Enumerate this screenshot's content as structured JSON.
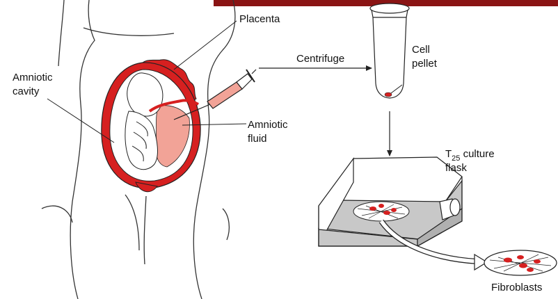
{
  "colors": {
    "accent_bar": "#8a1414",
    "blood_red": "#d62020",
    "fluid_pink": "#f2a397",
    "line": "#222222",
    "flask_fill": "#c8c8c8"
  },
  "labels": {
    "placenta": "Placenta",
    "amniotic_cavity_line1": "Amniotic",
    "amniotic_cavity_line2": "cavity",
    "centrifuge": "Centrifuge",
    "cell_pellet_line1": "Cell",
    "cell_pellet_line2": "pellet",
    "amniotic_fluid_line1": "Amniotic",
    "amniotic_fluid_line2": "fluid",
    "flask_T": "T",
    "flask_subscript": "25",
    "flask_line1_rest": " culture",
    "flask_line2": "flask",
    "fibroblasts": "Fibroblasts"
  }
}
